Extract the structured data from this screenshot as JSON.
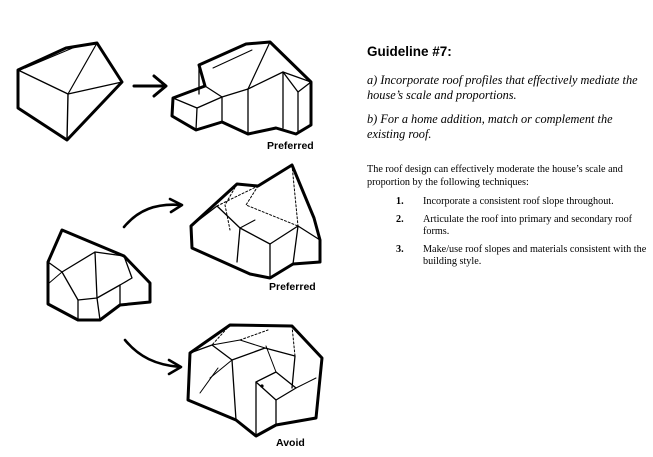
{
  "captions": {
    "top_right": "Preferred",
    "middle_right": "Preferred",
    "bottom_right": "Avoid"
  },
  "panel": {
    "heading": "Guideline #7:",
    "guideline_a": "a) Incorporate roof profiles that effectively mediate the house’s scale and proportions.",
    "guideline_b": "b) For a home addition, match or complement the existing roof.",
    "intro": "The roof design can effectively moderate the house’s scale and proportion by the following techniques:",
    "techniques": [
      {
        "num": "1.",
        "text": "Incorporate a consistent roof slope throughout."
      },
      {
        "num": "2.",
        "text": "Articulate the roof into primary and secondary roof forms."
      },
      {
        "num": "3.",
        "text": "Make/use roof slopes and materials consistent with the building style."
      }
    ]
  }
}
